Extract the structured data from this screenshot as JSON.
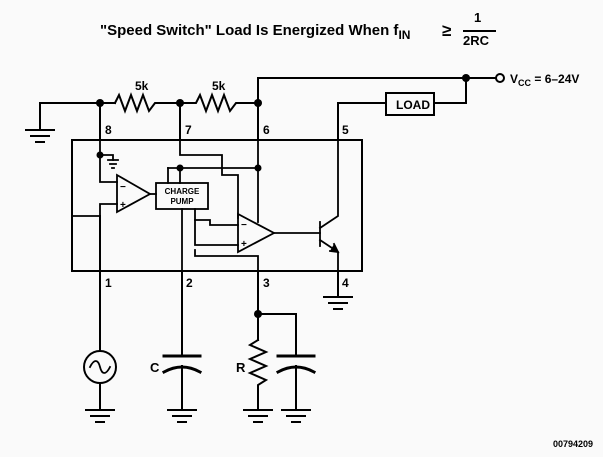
{
  "title": {
    "prefix": "\"Speed Switch\" Load Is Energized When f",
    "subscript": "IN",
    "symbol": "≥",
    "numerator": "1",
    "denominator": "2RC"
  },
  "resistors": {
    "r1": "5k",
    "r2": "5k",
    "r_ext": "R"
  },
  "capacitors": {
    "c1": "C"
  },
  "pins": [
    "8",
    "7",
    "6",
    "5",
    "1",
    "2",
    "3",
    "4"
  ],
  "blocks": {
    "charge_pump_line1": "CHARGE",
    "charge_pump_line2": "PUMP",
    "load": "LOAD"
  },
  "supply": {
    "label_prefix": "V",
    "label_sub": "CC",
    "label_suffix": " = 6–24V"
  },
  "op_amp_signs": {
    "minus": "−",
    "plus": "+"
  },
  "figure_id": "00794209",
  "colors": {
    "ink": "#000000",
    "background": "#fafafa"
  }
}
